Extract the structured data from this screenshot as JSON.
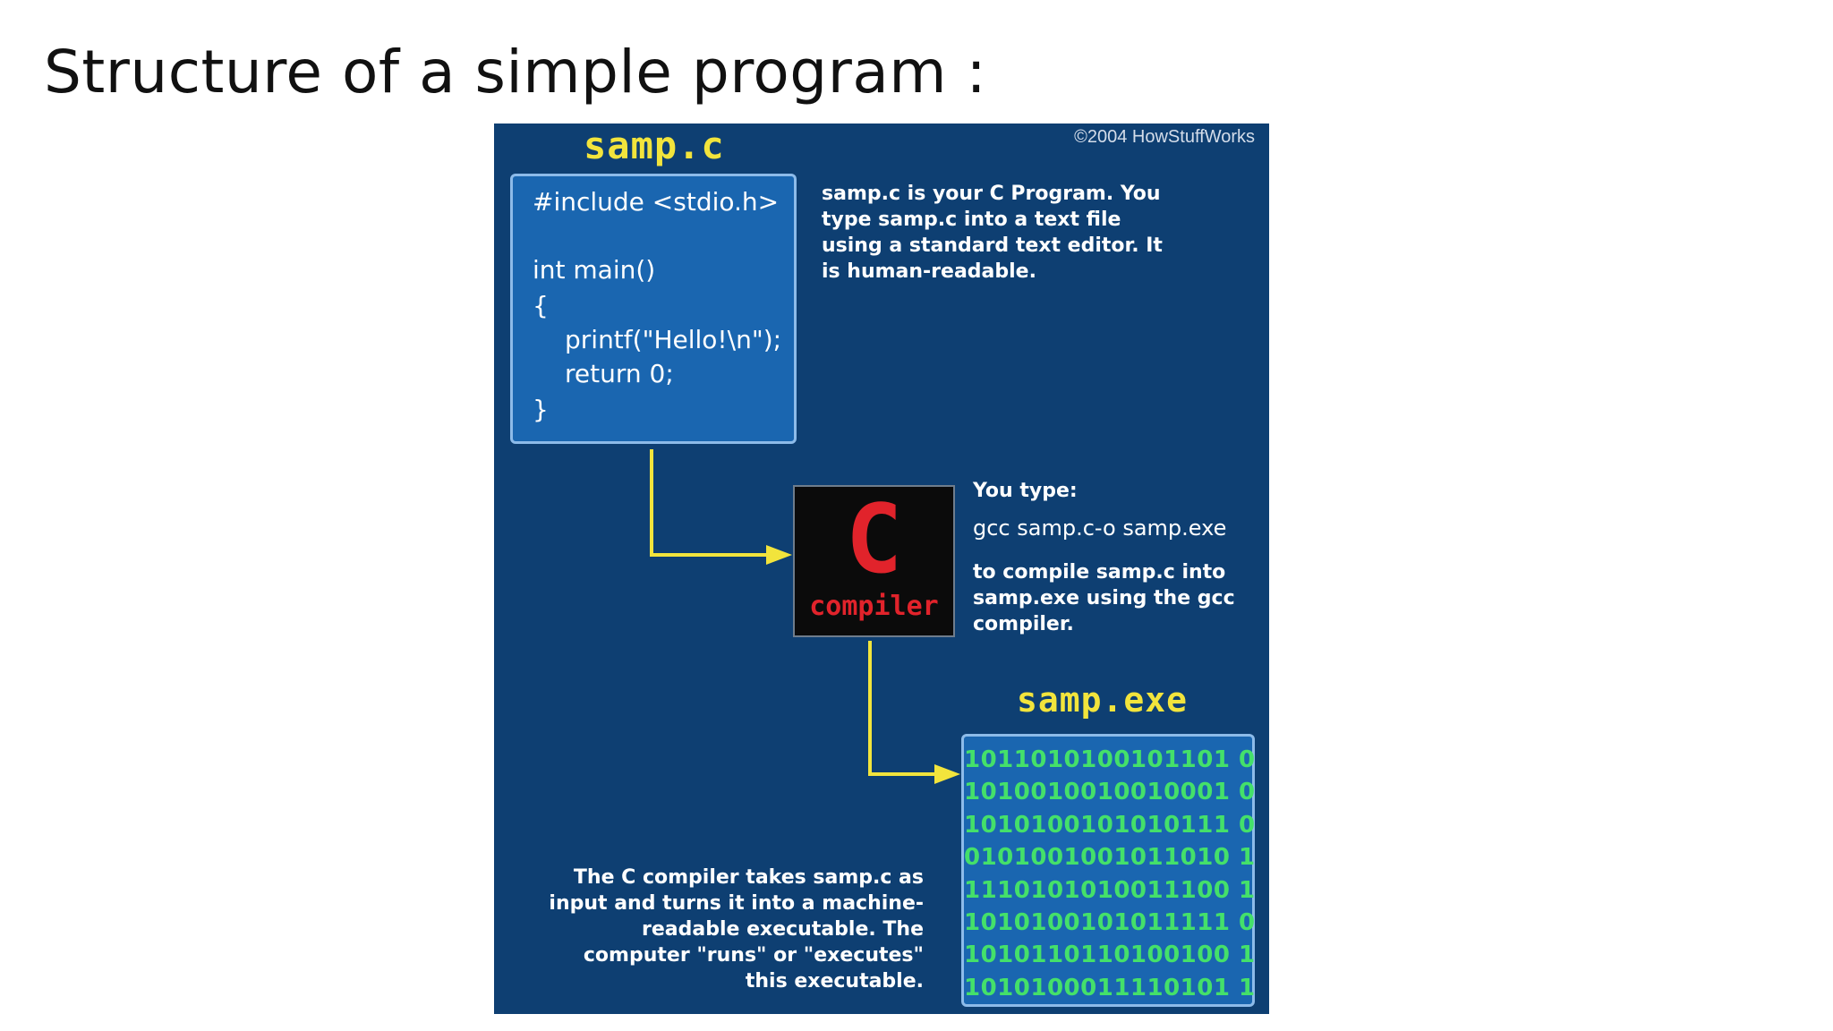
{
  "slide": {
    "title": "Structure of a simple program :"
  },
  "diagram": {
    "copyright": "©2004 HowStuffWorks",
    "source": {
      "filename": "samp.c",
      "code": [
        "#include <stdio.h>",
        "int main()",
        "{",
        "printf(\"Hello!\\n\");",
        "return 0;",
        "}"
      ],
      "description": "samp.c is your C Program. You type samp.c into a text file using a standard text editor. It is human-readable."
    },
    "compiler": {
      "letter": "C",
      "word": "compiler",
      "type_label": "You type:",
      "command": "gcc samp.c-o samp.exe",
      "description": "to compile samp.c into samp.exe using the gcc compiler."
    },
    "executable": {
      "filename": "samp.exe",
      "binary": [
        "1011010100101101 0",
        "1010010010010001 0",
        "1010100101010111 0",
        "0101001001011010 1",
        "1110101010011100 1",
        "1010100101011111 0",
        "1010110110100100 1",
        "1010100011110101 1"
      ],
      "description": "The C compiler takes samp.c as input and turns it into a machine-readable executable. The computer \"runs\" or \"executes\" this executable."
    },
    "colors": {
      "background": "#0e3f72",
      "box_fill": "#1a66b0",
      "box_border": "#8dbbe9",
      "title_yellow": "#f2e43c",
      "arrow_yellow": "#f2e43c",
      "compiler_red": "#e1232b",
      "binary_green": "#44e06a"
    }
  }
}
